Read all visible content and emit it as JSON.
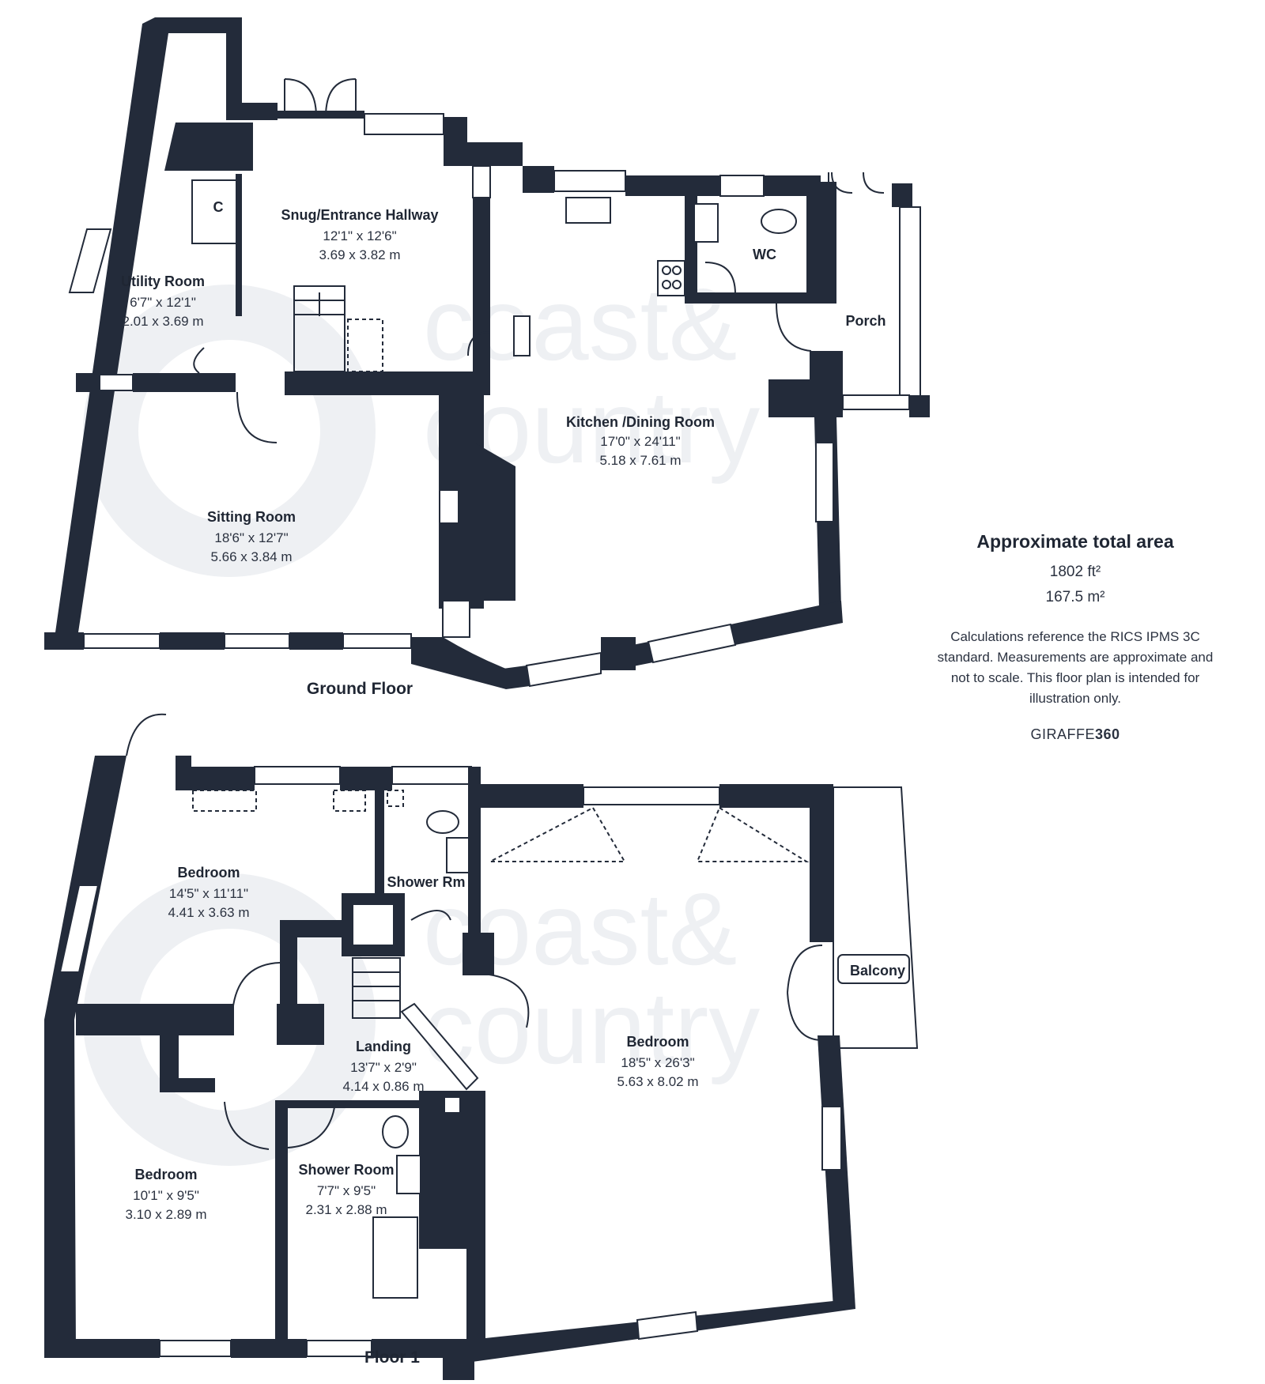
{
  "summary": {
    "title": "Approximate total area",
    "area_ft": "1802 ft²",
    "area_m": "167.5 m²",
    "note": "Calculations reference the RICS IPMS 3C standard. Measurements are approximate and not to scale. This floor plan is intended for illustration only.",
    "brand_regular": "GIRAFFE",
    "brand_bold": "360"
  },
  "watermark": {
    "line1": "coast&",
    "line2": "country"
  },
  "ground_floor": {
    "label": "Ground Floor",
    "rooms": {
      "snug": {
        "name": "Snug/Entrance Hallway",
        "imperial": "12'1\" x 12'6\"",
        "metric": "3.69 x 3.82 m"
      },
      "utility": {
        "name": "Utility Room",
        "imperial": "6'7\" x 12'1\"",
        "metric": "2.01 x 3.69 m"
      },
      "cupboard": {
        "name": "C"
      },
      "wc": {
        "name": "WC"
      },
      "porch": {
        "name": "Porch"
      },
      "kitchen": {
        "name": "Kitchen /Dining Room",
        "imperial": "17'0\" x 24'11\"",
        "metric": "5.18 x 7.61 m"
      },
      "sitting": {
        "name": "Sitting Room",
        "imperial": "18'6\" x 12'7\"",
        "metric": "5.66 x 3.84 m"
      }
    }
  },
  "floor_1": {
    "label": "Floor 1",
    "rooms": {
      "bedroom1": {
        "name": "Bedroom",
        "imperial": "14'5\" x 11'11\"",
        "metric": "4.41 x 3.63 m"
      },
      "shower_rm": {
        "name": "Shower Rm"
      },
      "balcony": {
        "name": "Balcony"
      },
      "landing": {
        "name": "Landing",
        "imperial": "13'7\" x 2'9\"",
        "metric": "4.14 x 0.86 m"
      },
      "bedroom_main": {
        "name": "Bedroom",
        "imperial": "18'5\" x 26'3\"",
        "metric": "5.63 x 8.02 m"
      },
      "bedroom2": {
        "name": "Bedroom",
        "imperial": "10'1\" x 9'5\"",
        "metric": "3.10 x 2.89 m"
      },
      "shower_room": {
        "name": "Shower Room",
        "imperial": "7'7\" x 9'5\"",
        "metric": "2.31 x 2.88 m"
      }
    }
  }
}
